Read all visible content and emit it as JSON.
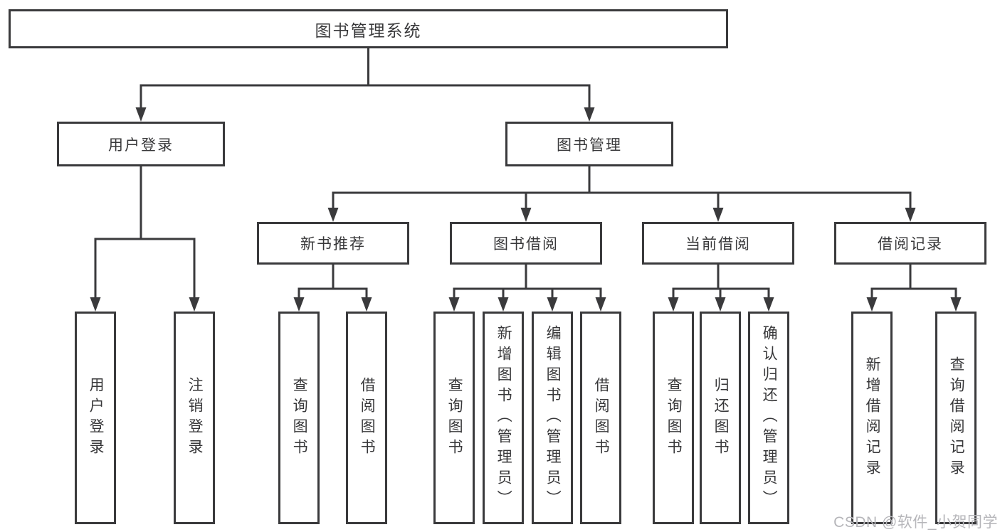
{
  "tree": {
    "label": "图书管理系统",
    "children": [
      {
        "label": "用户登录",
        "children": [
          {
            "label": "用户登录"
          },
          {
            "label": "注销登录"
          }
        ]
      },
      {
        "label": "图书管理",
        "children": [
          {
            "label": "新书推荐",
            "children": [
              {
                "label": "查询图书"
              },
              {
                "label": "借阅图书"
              }
            ]
          },
          {
            "label": "图书借阅",
            "children": [
              {
                "label": "查询图书"
              },
              {
                "label": "新增图书（管理员）"
              },
              {
                "label": "编辑图书（管理员）"
              },
              {
                "label": "借阅图书"
              }
            ]
          },
          {
            "label": "当前借阅",
            "children": [
              {
                "label": "查询图书"
              },
              {
                "label": "归还图书"
              },
              {
                "label": "确认归还（管理员）"
              }
            ]
          },
          {
            "label": "借阅记录",
            "children": [
              {
                "label": "新增借阅记录"
              },
              {
                "label": "查询借阅记录"
              }
            ]
          }
        ]
      }
    ]
  },
  "watermark": {
    "text": "CSDN @软件_小贺同学"
  },
  "colors": {
    "line": "#3a3a3c",
    "text": "#38383a",
    "background": "#ffffff",
    "watermark": "#b6b6ba"
  }
}
